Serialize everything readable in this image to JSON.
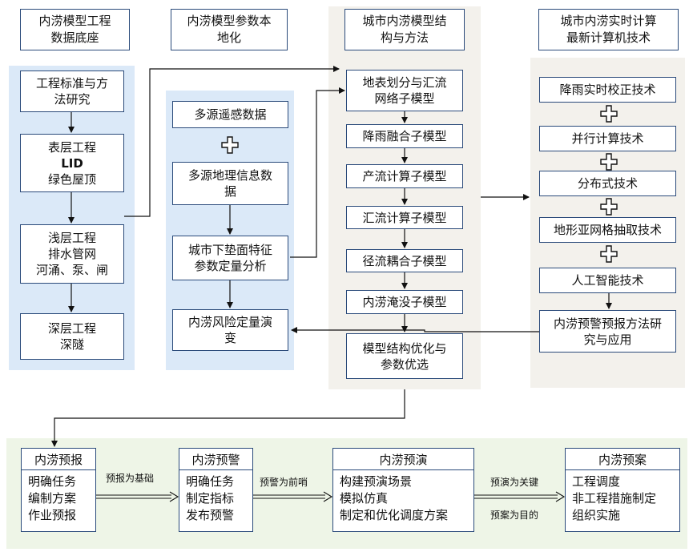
{
  "headers": {
    "col1": "内涝模型工程\n数据底座",
    "col2": "内涝模型参数本\n地化",
    "col3": "城市内涝模型结\n构与方法",
    "col4": "城市内涝实时计算\n最新计算机技术"
  },
  "col1": {
    "standards": "工程标准与方\n法研究",
    "surface_title": "表层工程",
    "surface_lid": "LID",
    "surface_roof": "绿色屋顶",
    "shallow": "浅层工程\n排水管网\n河涌、泵、闸",
    "deep": "深层工程\n深隧"
  },
  "col2": {
    "remote": "多源遥感数据",
    "geo": "多源地理信息数\n据",
    "underlying": "城市下垫面特征\n参数定量分析",
    "risk": "内涝风险定量演\n变"
  },
  "col3": {
    "items": [
      "地表划分与汇流\n网络子模型",
      "降雨融合子模型",
      "产流计算子模型",
      "汇流计算子模型",
      "径流耦合子模型",
      "内涝淹没子模型",
      "模型结构优化与\n参数优选"
    ]
  },
  "col4": {
    "items": [
      "降雨实时校正技术",
      "并行计算技术",
      "分布式技术",
      "地形亚网格抽取技术",
      "人工智能技术",
      "内涝预警预报方法研\n究与应用"
    ]
  },
  "stages": [
    {
      "title": "内涝预报",
      "body": "明确任务\n编制方案\n作业预报"
    },
    {
      "title": "内涝预警",
      "body": "明确任务\n制定指标\n发布预警"
    },
    {
      "title": "内涝预演",
      "body": "构建预演场景\n模拟仿真\n制定和优化调度方案"
    },
    {
      "title": "内涝预案",
      "body": "工程调度\n非工程措施制定\n组织实施"
    }
  ],
  "arrow_labels": {
    "a1": "预报为基础",
    "a2": "预警为前哨",
    "a3": "预演为关键",
    "a4": "预案为目的"
  },
  "colors": {
    "blue_panel": "#dbe9f8",
    "gray_panel": "#f3f1ec",
    "green_panel": "#eef5e7",
    "border": "#2a4a7a"
  }
}
